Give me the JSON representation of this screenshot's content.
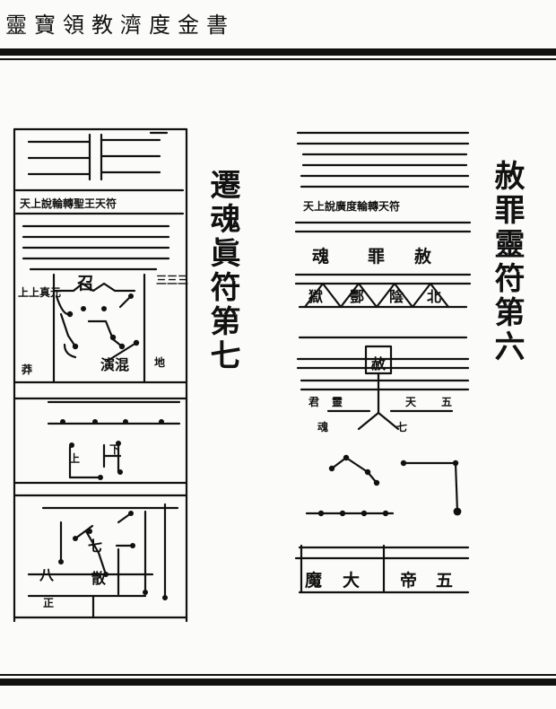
{
  "header": {
    "title": "靈寶領教濟度金書"
  },
  "sections": [
    {
      "title": "遷魂眞符第七",
      "talisman": {
        "band_text": "天上說輪轉聖王天符",
        "top_symbol": "召",
        "left_panel_text": "上上真元",
        "left_bottom_text": "莽",
        "right_panel_text": "三三三",
        "middle_bottom_text": "演混",
        "right_bottom_text": "地",
        "center_bottom_text": "七",
        "lower_left_text": "八",
        "lower_mid_text": "正",
        "lower_right_text": "散",
        "mark_1": "上",
        "mark_2": "下"
      }
    },
    {
      "title": "赦罪靈符第六",
      "talisman": {
        "band_text": "天上說廣度輪轉天符",
        "row_1": [
          "赦",
          "罪",
          "魂"
        ],
        "row_2": [
          "北",
          "陰",
          "酆",
          "獄"
        ],
        "center_text": "赦",
        "left_small_1": "君",
        "left_small_2": "靈",
        "left_small_3": "魂",
        "right_small_1": "五",
        "right_small_2": "天",
        "right_small_3": "七",
        "bottom_text": [
          "五",
          "帝",
          "大",
          "魔"
        ]
      }
    }
  ]
}
